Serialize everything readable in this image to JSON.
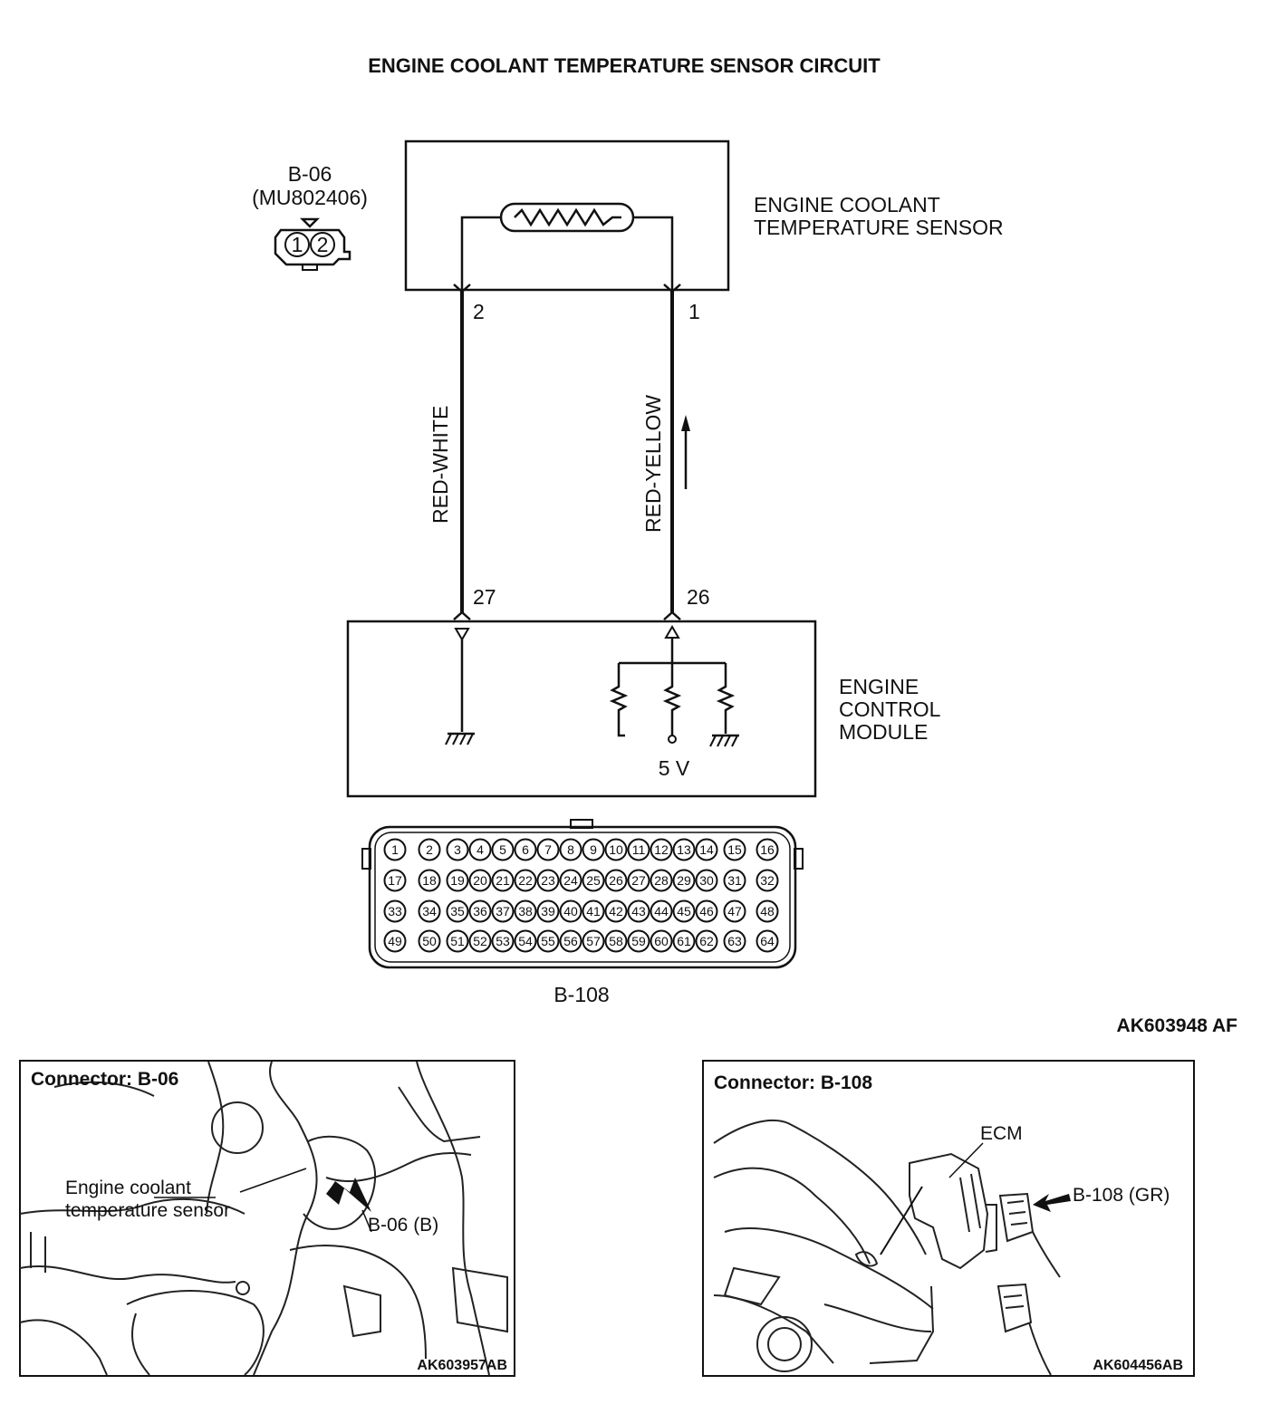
{
  "title": "ENGINE COOLANT TEMPERATURE SENSOR CIRCUIT",
  "b06": {
    "id": "B-06",
    "part": "(MU802406)",
    "pins": [
      "1",
      "2"
    ]
  },
  "sensor": {
    "line1": "ENGINE COOLANT",
    "line2": "TEMPERATURE SENSOR"
  },
  "sensor_terminals": {
    "left": "2",
    "right": "1"
  },
  "wires": {
    "left": "RED-WHITE",
    "right": "RED-YELLOW"
  },
  "ecm_terminals": {
    "left": "27",
    "right": "26"
  },
  "ecm": {
    "line1": "ENGINE",
    "line2": "CONTROL",
    "line3": "MODULE",
    "voltage": "5 V"
  },
  "b108": {
    "id": "B-108",
    "rows": [
      [
        "1",
        "2",
        "3",
        "4",
        "5",
        "6",
        "7",
        "8",
        "9",
        "10",
        "11",
        "12",
        "13",
        "14",
        "15",
        "16"
      ],
      [
        "17",
        "18",
        "19",
        "20",
        "21",
        "22",
        "23",
        "24",
        "25",
        "26",
        "27",
        "28",
        "29",
        "30",
        "31",
        "32"
      ],
      [
        "33",
        "34",
        "35",
        "36",
        "37",
        "38",
        "39",
        "40",
        "41",
        "42",
        "43",
        "44",
        "45",
        "46",
        "47",
        "48"
      ],
      [
        "49",
        "50",
        "51",
        "52",
        "53",
        "54",
        "55",
        "56",
        "57",
        "58",
        "59",
        "60",
        "61",
        "62",
        "63",
        "64"
      ]
    ]
  },
  "figure_code": "AK603948 AF",
  "panel_left": {
    "title": "Connector: B-06",
    "label1": "Engine coolant",
    "label2": "temperature sensor",
    "callout": "B-06 (B)",
    "code": "AK603957AB"
  },
  "panel_right": {
    "title": "Connector: B-108",
    "ecm": "ECM",
    "callout": "B-108 (GR)",
    "code": "AK604456AB"
  }
}
